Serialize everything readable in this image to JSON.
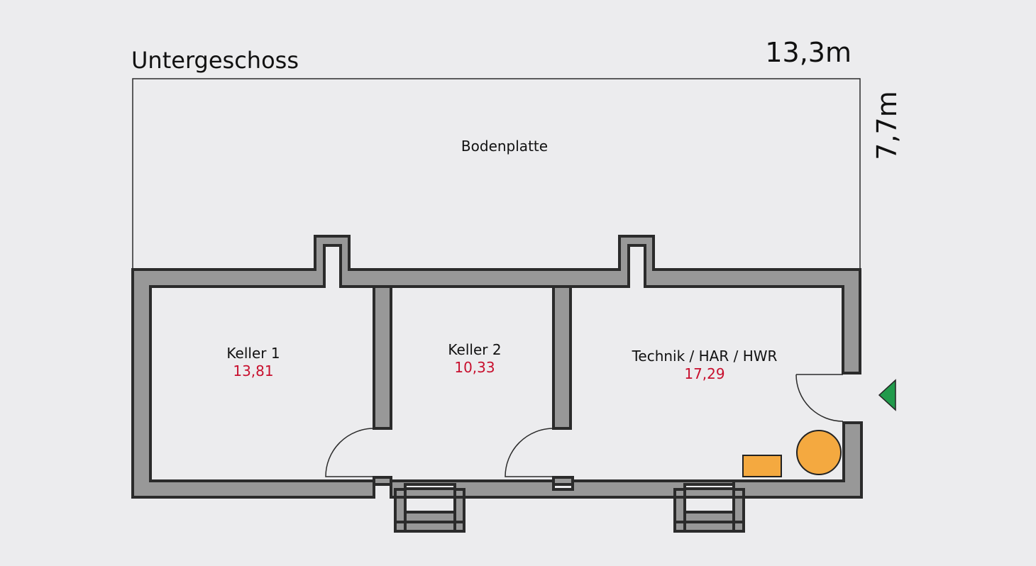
{
  "title": "Untergeschoss",
  "dimensions": {
    "width": "13,3m",
    "depth": "7,7m"
  },
  "slab_label": "Bodenplatte",
  "rooms": [
    {
      "name": "Keller 1",
      "area": "13,81"
    },
    {
      "name": "Keller 2",
      "area": "10,33"
    },
    {
      "name": "Technik / HAR / HWR",
      "area": "17,29"
    }
  ],
  "colors": {
    "area_text": "#c8102e",
    "wall_fill": "#989898",
    "fixture": "#f4a940",
    "entrance_marker": "#219a4b",
    "background": "#ececee"
  },
  "icons": {
    "entrance": "entrance-arrow-icon",
    "boiler": "boiler-circle-icon",
    "tank": "tank-rect-icon"
  }
}
